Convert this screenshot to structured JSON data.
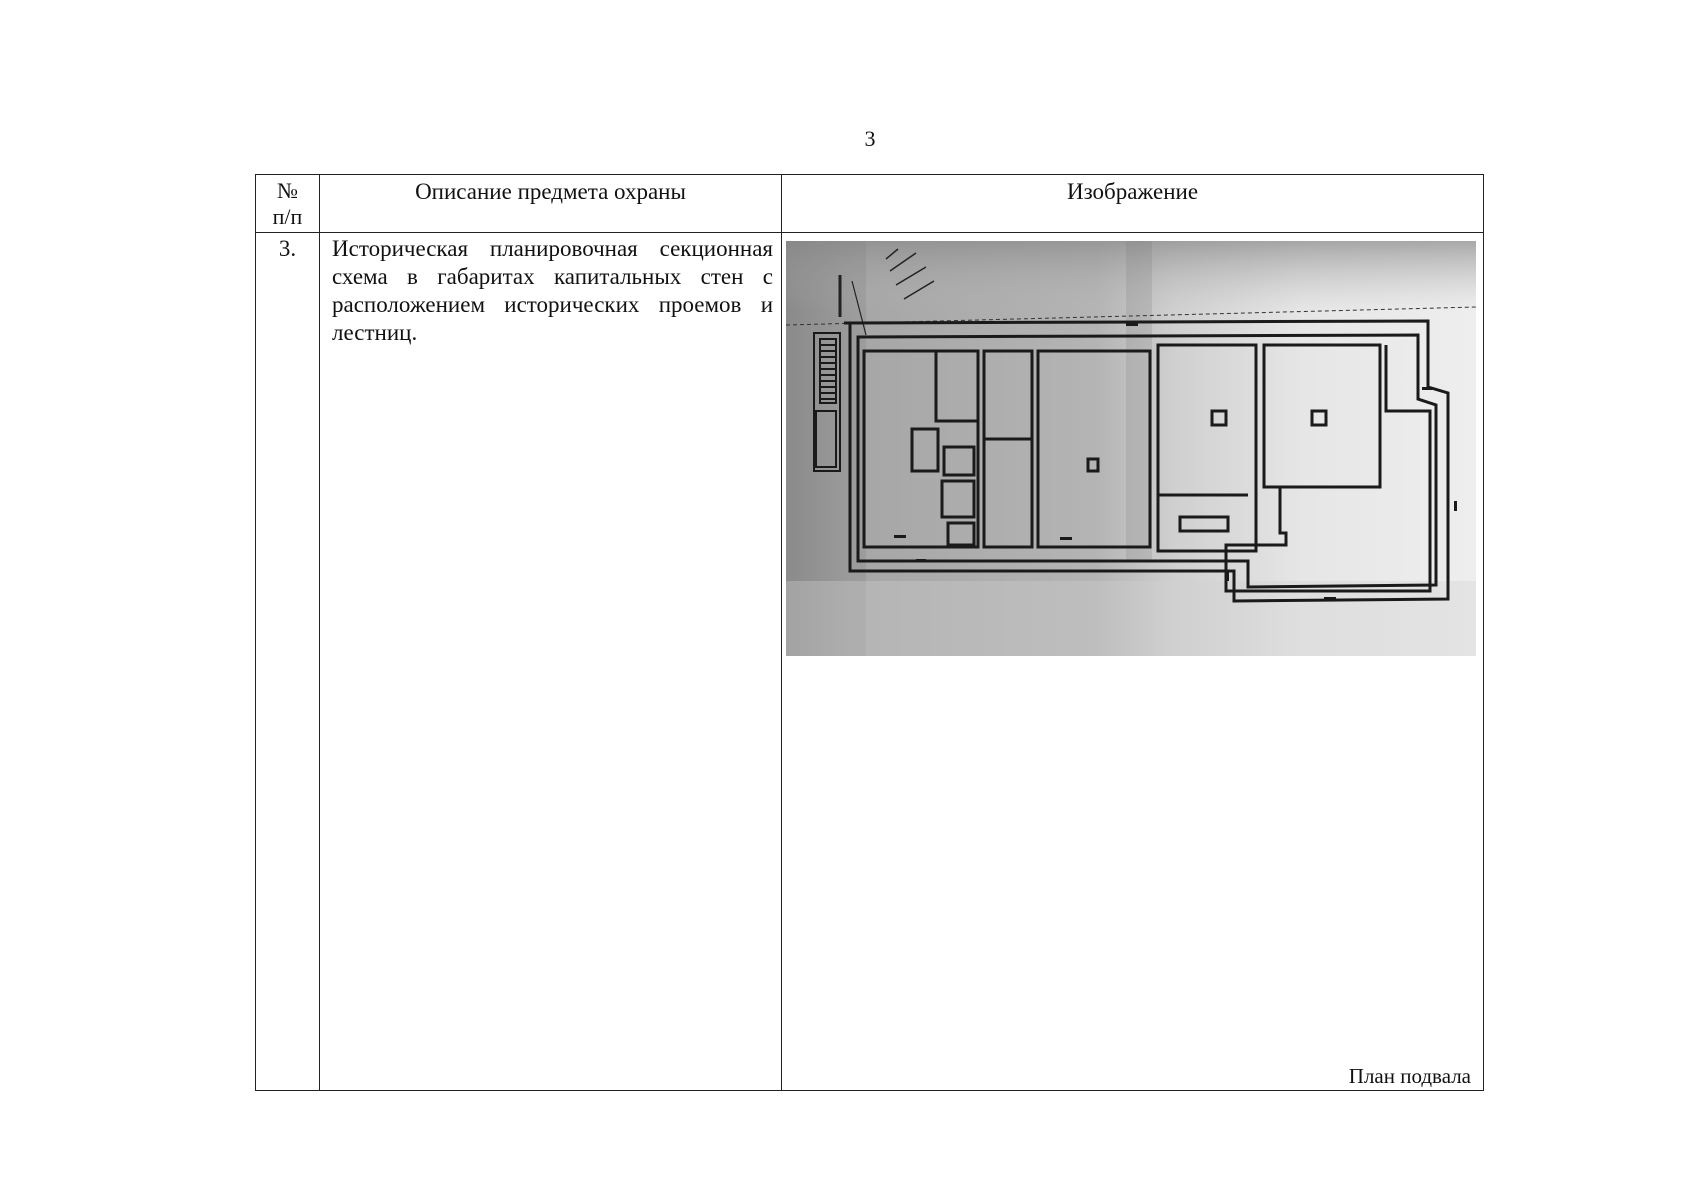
{
  "page": {
    "number": "3"
  },
  "table": {
    "headers": {
      "num_line1": "№",
      "num_line2": "п/п",
      "description": "Описание предмета охраны",
      "image": "Изображение"
    },
    "rows": [
      {
        "num": "3.",
        "description": "Историческая планировочная секционная схема в габаритах капитальных стен с расположением исторических проемов и лестниц.",
        "image_caption": "План подвала"
      }
    ]
  },
  "colors": {
    "ink": "#111111",
    "scan_gray": "#a9a9a9",
    "plan_line": "#1a1a1a"
  },
  "icons": {
    "plan_image": "floor-plan-scan"
  }
}
